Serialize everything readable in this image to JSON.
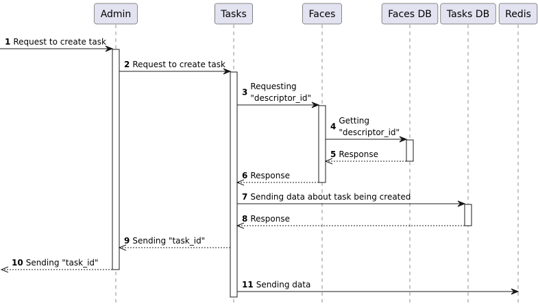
{
  "participants": [
    {
      "id": "admin",
      "label": "Admin"
    },
    {
      "id": "tasks",
      "label": "Tasks"
    },
    {
      "id": "faces",
      "label": "Faces"
    },
    {
      "id": "facesdb",
      "label": "Faces DB"
    },
    {
      "id": "tasksdb",
      "label": "Tasks DB"
    },
    {
      "id": "redis",
      "label": "Redis"
    }
  ],
  "messages": [
    {
      "num": "1",
      "from": "external",
      "to": "admin",
      "lines": [
        "Request to create task"
      ],
      "style": "solid"
    },
    {
      "num": "2",
      "from": "admin",
      "to": "tasks",
      "lines": [
        "Request to create task"
      ],
      "style": "solid"
    },
    {
      "num": "3",
      "from": "tasks",
      "to": "faces",
      "lines": [
        "Requesting",
        "\"descriptor_id\""
      ],
      "style": "solid"
    },
    {
      "num": "4",
      "from": "faces",
      "to": "facesdb",
      "lines": [
        "Getting",
        "\"descriptor_id\""
      ],
      "style": "solid"
    },
    {
      "num": "5",
      "from": "facesdb",
      "to": "faces",
      "lines": [
        "Response"
      ],
      "style": "dashed"
    },
    {
      "num": "6",
      "from": "faces",
      "to": "tasks",
      "lines": [
        "Response"
      ],
      "style": "dashed"
    },
    {
      "num": "7",
      "from": "tasks",
      "to": "tasksdb",
      "lines": [
        "Sending data about task being created"
      ],
      "style": "solid"
    },
    {
      "num": "8",
      "from": "tasksdb",
      "to": "tasks",
      "lines": [
        "Response"
      ],
      "style": "dashed"
    },
    {
      "num": "9",
      "from": "tasks",
      "to": "admin",
      "lines": [
        "Sending \"task_id\""
      ],
      "style": "dashed"
    },
    {
      "num": "10",
      "from": "admin",
      "to": "external",
      "lines": [
        "Sending \"task_id\""
      ],
      "style": "dashed"
    },
    {
      "num": "11",
      "from": "tasks",
      "to": "redis",
      "lines": [
        "Sending data"
      ],
      "style": "solid"
    }
  ]
}
